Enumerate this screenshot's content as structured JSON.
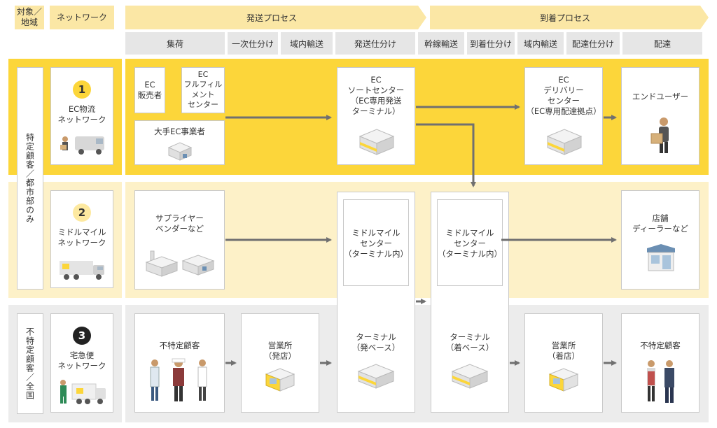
{
  "header": {
    "target_region": "対象／\n地域",
    "network": "ネットワーク",
    "ship_process": "発送プロセス",
    "arrive_process": "到着プロセス",
    "steps": [
      "集荷",
      "一次仕分け",
      "域内輸送",
      "発送仕分け",
      "幹線輸送",
      "到着仕分け",
      "域内輸送",
      "配達仕分け",
      "配達"
    ]
  },
  "side": {
    "specific": "特定顧客／都市部のみ",
    "general": "不特定顧客／全国"
  },
  "networks": [
    {
      "num": "1",
      "label": "EC物流\nネットワーク"
    },
    {
      "num": "2",
      "label": "ミドルマイル\nネットワーク"
    },
    {
      "num": "3",
      "label": "宅急便\nネットワーク"
    }
  ],
  "row1": {
    "ec_seller": "EC\n販売者",
    "fulfillment": "EC\nフルフィル\nメント\nセンター",
    "major_ec": "大手EC事業者",
    "sort_center": "EC\nソートセンター\n（EC専用発送\nターミナル）",
    "delivery_center": "EC\nデリバリー\nセンター\n（EC専用配達拠点）",
    "end_user": "エンドユーザー"
  },
  "row2": {
    "supplier": "サプライヤー\nベンダーなど",
    "mm_center_left": "ミドルマイル\nセンター\n（ターミナル内）",
    "mm_center_right": "ミドルマイル\nセンター\n（ターミナル内）",
    "store": "店舗\nディーラーなど"
  },
  "row3": {
    "customer_left": "不特定顧客",
    "office_ship": "営業所\n（発店）",
    "terminal_ship": "ターミナル\n（発ベース）",
    "terminal_arrive": "ターミナル\n（着ベース）",
    "office_arrive": "営業所\n（着店）",
    "customer_right": "不特定顧客"
  },
  "colors": {
    "yellow": "#fcd63a",
    "pale_yellow": "#fdf1c8",
    "gray_band": "#ececec",
    "arrow": "#707070"
  }
}
